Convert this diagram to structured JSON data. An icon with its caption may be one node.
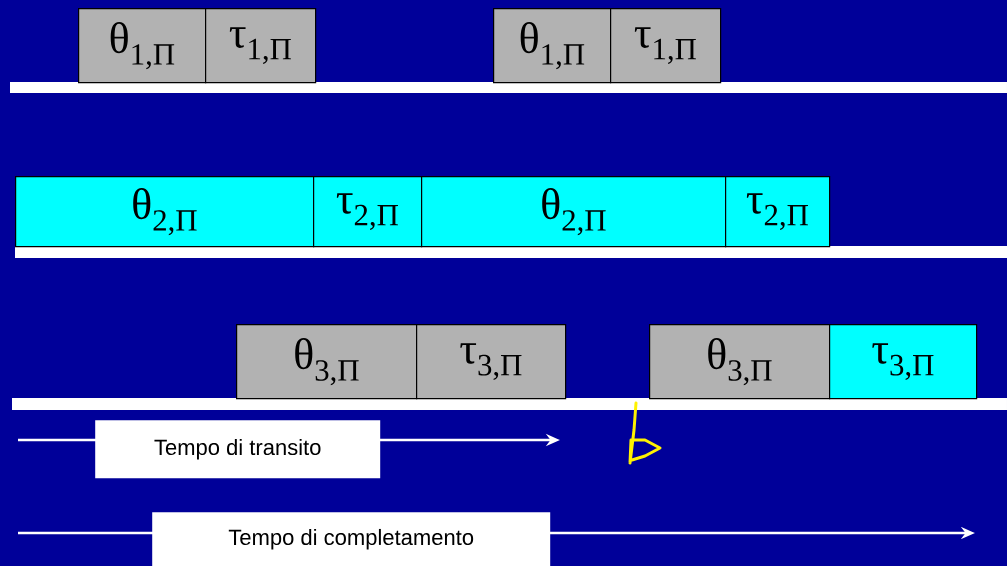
{
  "diagram": {
    "nodes": [
      {
        "text": [
          "θ$_{1,Π}$"
        ]
      },
      {
        "text": [
          "τ$_{1,Π}$"
        ]
      },
      {
        "text": [
          "θ$_{1,Π}$"
        ]
      },
      {
        "text": [
          "τ$_{1,Π}$"
        ]
      },
      {
        "text": [
          "θ$_{2,Π}$"
        ]
      },
      {
        "text": [
          "τ$_{2,Π}$"
        ]
      },
      {
        "text": [
          "θ$_{2,Π}$"
        ]
      },
      {
        "text": [
          "τ$_{2,Π}$"
        ]
      },
      {
        "text": [
          "θ$_{3,Π}$"
        ]
      },
      {
        "text": [
          "τ$_{3,Π}$"
        ]
      },
      {
        "text": [
          "θ$_{3,Π}$"
        ]
      },
      {
        "text": [
          "τ$_{3,Π}$"
        ]
      }
    ],
    "labels": [
      "Tempo di transito",
      "Tempo di completamento"
    ]
  }
}
